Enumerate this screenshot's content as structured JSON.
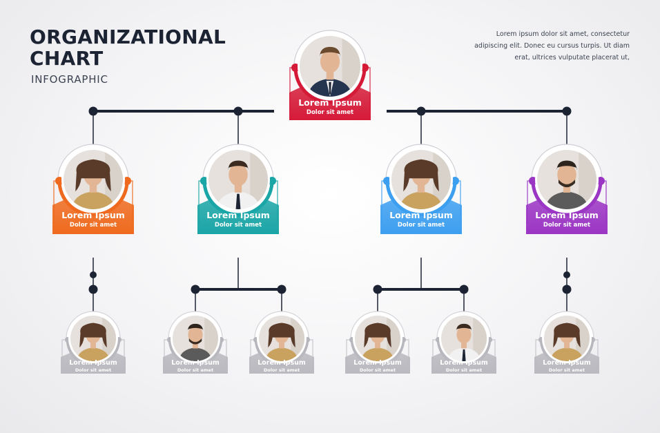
{
  "title": {
    "main": "ORGANIZATIONAL CHART",
    "sub": "INFOGRAPHIC"
  },
  "description": "Lorem ipsum dolor sit amet, consectetur adipiscing elit. Donec eu cursus turpis. Ut diam erat, ultrices vulputate placerat ut,",
  "colors": {
    "navy": "#1c2333",
    "red": "#d51a38",
    "orange": "#ef6a1e",
    "teal": "#1aa5a6",
    "blue": "#3d9ff0",
    "purple": "#9b35c4",
    "gray": "#b6b6bd"
  },
  "nodes": {
    "ceo": {
      "name": "Lorem Ipsum",
      "role": "Dolor sit amet",
      "color": "#d51a38",
      "icon": "man-suit-portrait"
    },
    "level2": [
      {
        "name": "Lorem Ipsum",
        "role": "Dolor sit amet",
        "color": "#ef6a1e",
        "icon": "woman-portrait"
      },
      {
        "name": "Lorem Ipsum",
        "role": "Dolor sit amet",
        "color": "#1aa5a6",
        "icon": "man-tie-portrait"
      },
      {
        "name": "Lorem Ipsum",
        "role": "Dolor sit amet",
        "color": "#3d9ff0",
        "icon": "woman-portrait"
      },
      {
        "name": "Lorem Ipsum",
        "role": "Dolor sit amet",
        "color": "#9b35c4",
        "icon": "man-beard-portrait"
      }
    ],
    "level3": [
      {
        "name": "Lorem Ipsum",
        "role": "Dolor sit amet",
        "icon": "woman-portrait"
      },
      {
        "name": "Lorem Ipsum",
        "role": "Dolor sit amet",
        "icon": "man-beard-portrait"
      },
      {
        "name": "Lorem Ipsum",
        "role": "Dolor sit amet",
        "icon": "woman-portrait"
      },
      {
        "name": "Lorem Ipsum",
        "role": "Dolor sit amet",
        "icon": "woman-portrait"
      },
      {
        "name": "Lorem Ipsum",
        "role": "Dolor sit amet",
        "icon": "man-tie-portrait"
      },
      {
        "name": "Lorem Ipsum",
        "role": "Dolor sit amet",
        "icon": "woman-portrait"
      }
    ]
  }
}
